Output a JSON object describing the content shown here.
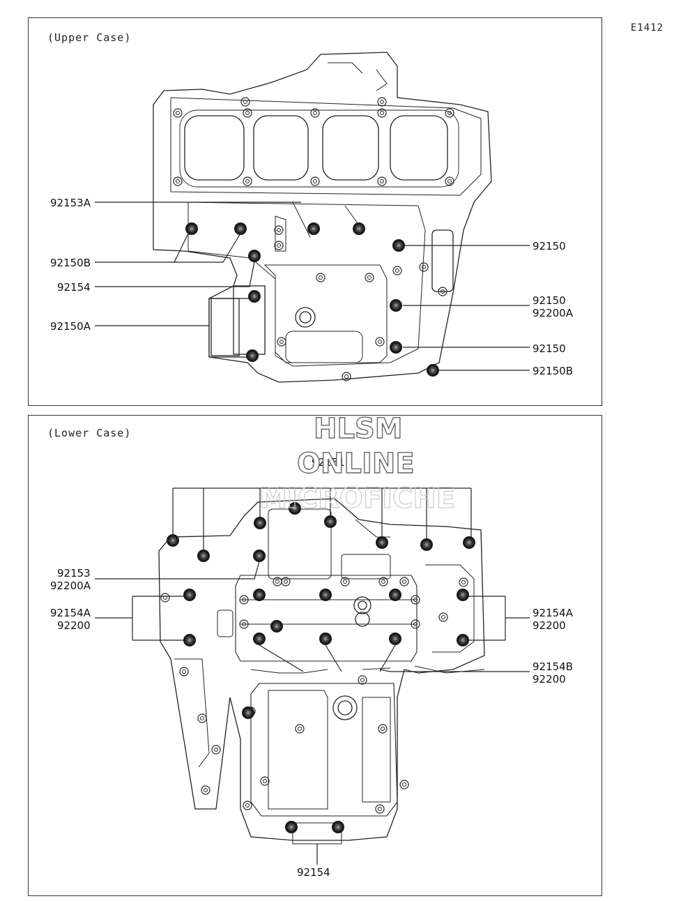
{
  "diagram_code": "E1412",
  "upper_case": {
    "caption": "(Upper Case)",
    "labels": {
      "l92153A": "92153A",
      "l92150B_left": "92150B",
      "l92154": "92154",
      "l92150A": "92150A",
      "l92150_a": "92150",
      "l92150_b": "92150",
      "l92200A": "92200A",
      "l92150_c": "92150",
      "l92150B_right": "92150B"
    }
  },
  "lower_case": {
    "caption": "(Lower Case)",
    "labels": {
      "l92151": "92151",
      "l92153": "92153",
      "l92200A": "92200A",
      "l92154A_left": "92154A",
      "l92200_left": "92200",
      "l92154A_right": "92154A",
      "l92200_right": "92200",
      "l92154B": "92154B",
      "l92200_right2": "92200",
      "l92154_bottom": "92154"
    }
  },
  "watermark": {
    "line1": "HLSM",
    "line2": "ONLINE",
    "line3": "MICROFICHE"
  }
}
